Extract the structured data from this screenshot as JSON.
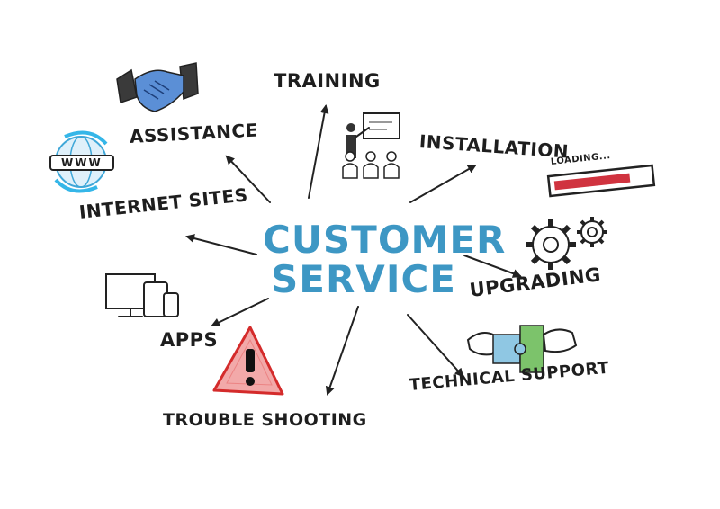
{
  "center": {
    "line1": "CUSTOMER",
    "line2": "SERVICE",
    "color": "#3d97c4"
  },
  "labels": {
    "training": "TRAINING",
    "assistance": "ASSISTANCE",
    "installation": "INSTALLATION",
    "internet_sites": "INTERNET SITES",
    "upgrading": "UPGRADING",
    "apps": "APPS",
    "technical_support": "TECHNICAL SUPPORT",
    "trouble_shooting": "TROUBLE SHOOTING"
  },
  "loading_text": "LOADING...",
  "www_text": "WWW",
  "icons": [
    "handshake-icon",
    "presentation-icon",
    "globe-icon",
    "loading-bar-icon",
    "gears-icon",
    "devices-icon",
    "puzzle-hands-icon",
    "warning-icon"
  ],
  "colors": {
    "ink": "#222222",
    "accent_blue": "#3d97c4",
    "warning_red": "#e23b3b",
    "loading_red": "#d0333f",
    "puzzle_green": "#7cc36b"
  }
}
